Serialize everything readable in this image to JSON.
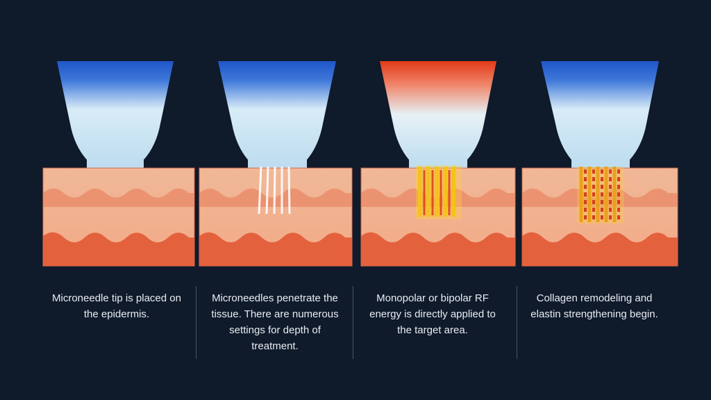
{
  "steps": [
    {
      "caption": "Microneedle tip is placed on the epidermis.",
      "tip_state": "resting",
      "tip_color": "#1f56c9",
      "needles": "none"
    },
    {
      "caption": "Microneedles penetrate the tissue. There are numerous settings for depth of treatment.",
      "tip_state": "penetrating",
      "tip_color": "#1f56c9",
      "needles": "white"
    },
    {
      "caption": "Monopolar or bipolar RF energy is directly applied to the target area.",
      "tip_state": "rf-active",
      "tip_color": "#e23a17",
      "needles": "glowing"
    },
    {
      "caption": "Collagen remodeling and elastin strengthening begin.",
      "tip_state": "remodeling",
      "tip_color": "#1f56c9",
      "needles": "remodeling"
    }
  ],
  "colors": {
    "background": "#0f1a2b",
    "skin_light": "#f4b493",
    "skin_dark": "#e0663f",
    "caption_text": "#e9edf2"
  }
}
